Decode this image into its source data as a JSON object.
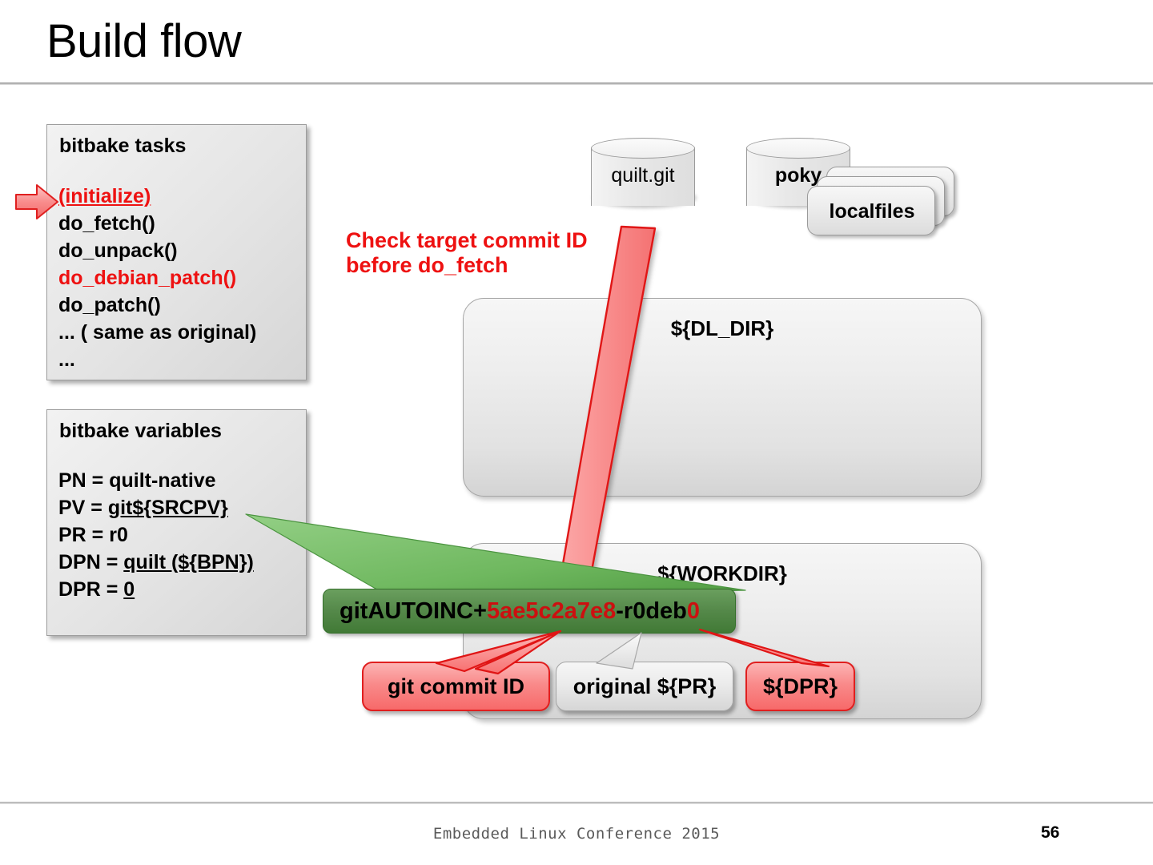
{
  "slide": {
    "title": "Build flow",
    "footer_text": "Embedded Linux Conference 2015",
    "page_number": "56"
  },
  "colors": {
    "accent_red": "#ee1111",
    "commit_red": "#cc1010",
    "green_fill": "#4e8444",
    "panel_grey": "#e4e4e4",
    "callout_red": "#f98a8a"
  },
  "panels": {
    "tasks": {
      "title": "bitbake tasks",
      "lines": [
        {
          "text": "(initialize)",
          "style": "red-underline"
        },
        {
          "text": "do_fetch()",
          "style": "plain"
        },
        {
          "text": "do_unpack()",
          "style": "plain"
        },
        {
          "text": "do_debian_patch()",
          "style": "red"
        },
        {
          "text": "do_patch()",
          "style": "plain"
        },
        {
          "text": "... ( same as original)",
          "style": "plain"
        },
        {
          "text": "...",
          "style": "plain"
        }
      ]
    },
    "variables": {
      "title": "bitbake variables",
      "lines": [
        {
          "prefix": "PN = ",
          "value": "quilt-native",
          "underline": false
        },
        {
          "prefix": "PV = ",
          "value": "git${SRCPV}",
          "underline": true
        },
        {
          "prefix": "PR = ",
          "value": "r0",
          "underline": false
        },
        {
          "prefix": "DPN = ",
          "value": "quilt (${BPN})",
          "underline": true
        },
        {
          "prefix": "DPR = ",
          "value": "0",
          "underline": true
        }
      ]
    }
  },
  "repos": {
    "quilt_git": "quilt.git",
    "poky": "poky",
    "localfiles": "localfiles"
  },
  "dirs": {
    "dl_dir": "${DL_DIR}",
    "workdir": "${WORKDIR}"
  },
  "version_bar": {
    "part_prefix": "gitAUTOINC+",
    "part_commit": "5ae5c2a7e8",
    "part_rev": "-r0deb",
    "part_dpr": "0"
  },
  "callouts": {
    "git_commit_id": "git commit ID",
    "original_pr": "original ${PR}",
    "dpr": "${DPR}"
  },
  "annotations": {
    "check_commit_line1": "Check target commit ID",
    "check_commit_line2": "before do_fetch"
  },
  "icons": {
    "marker": "right-arrow-marker-icon",
    "fetch_arrow": "red-down-arrow-icon",
    "pv_arrow": "green-pointer-arrow-icon"
  }
}
